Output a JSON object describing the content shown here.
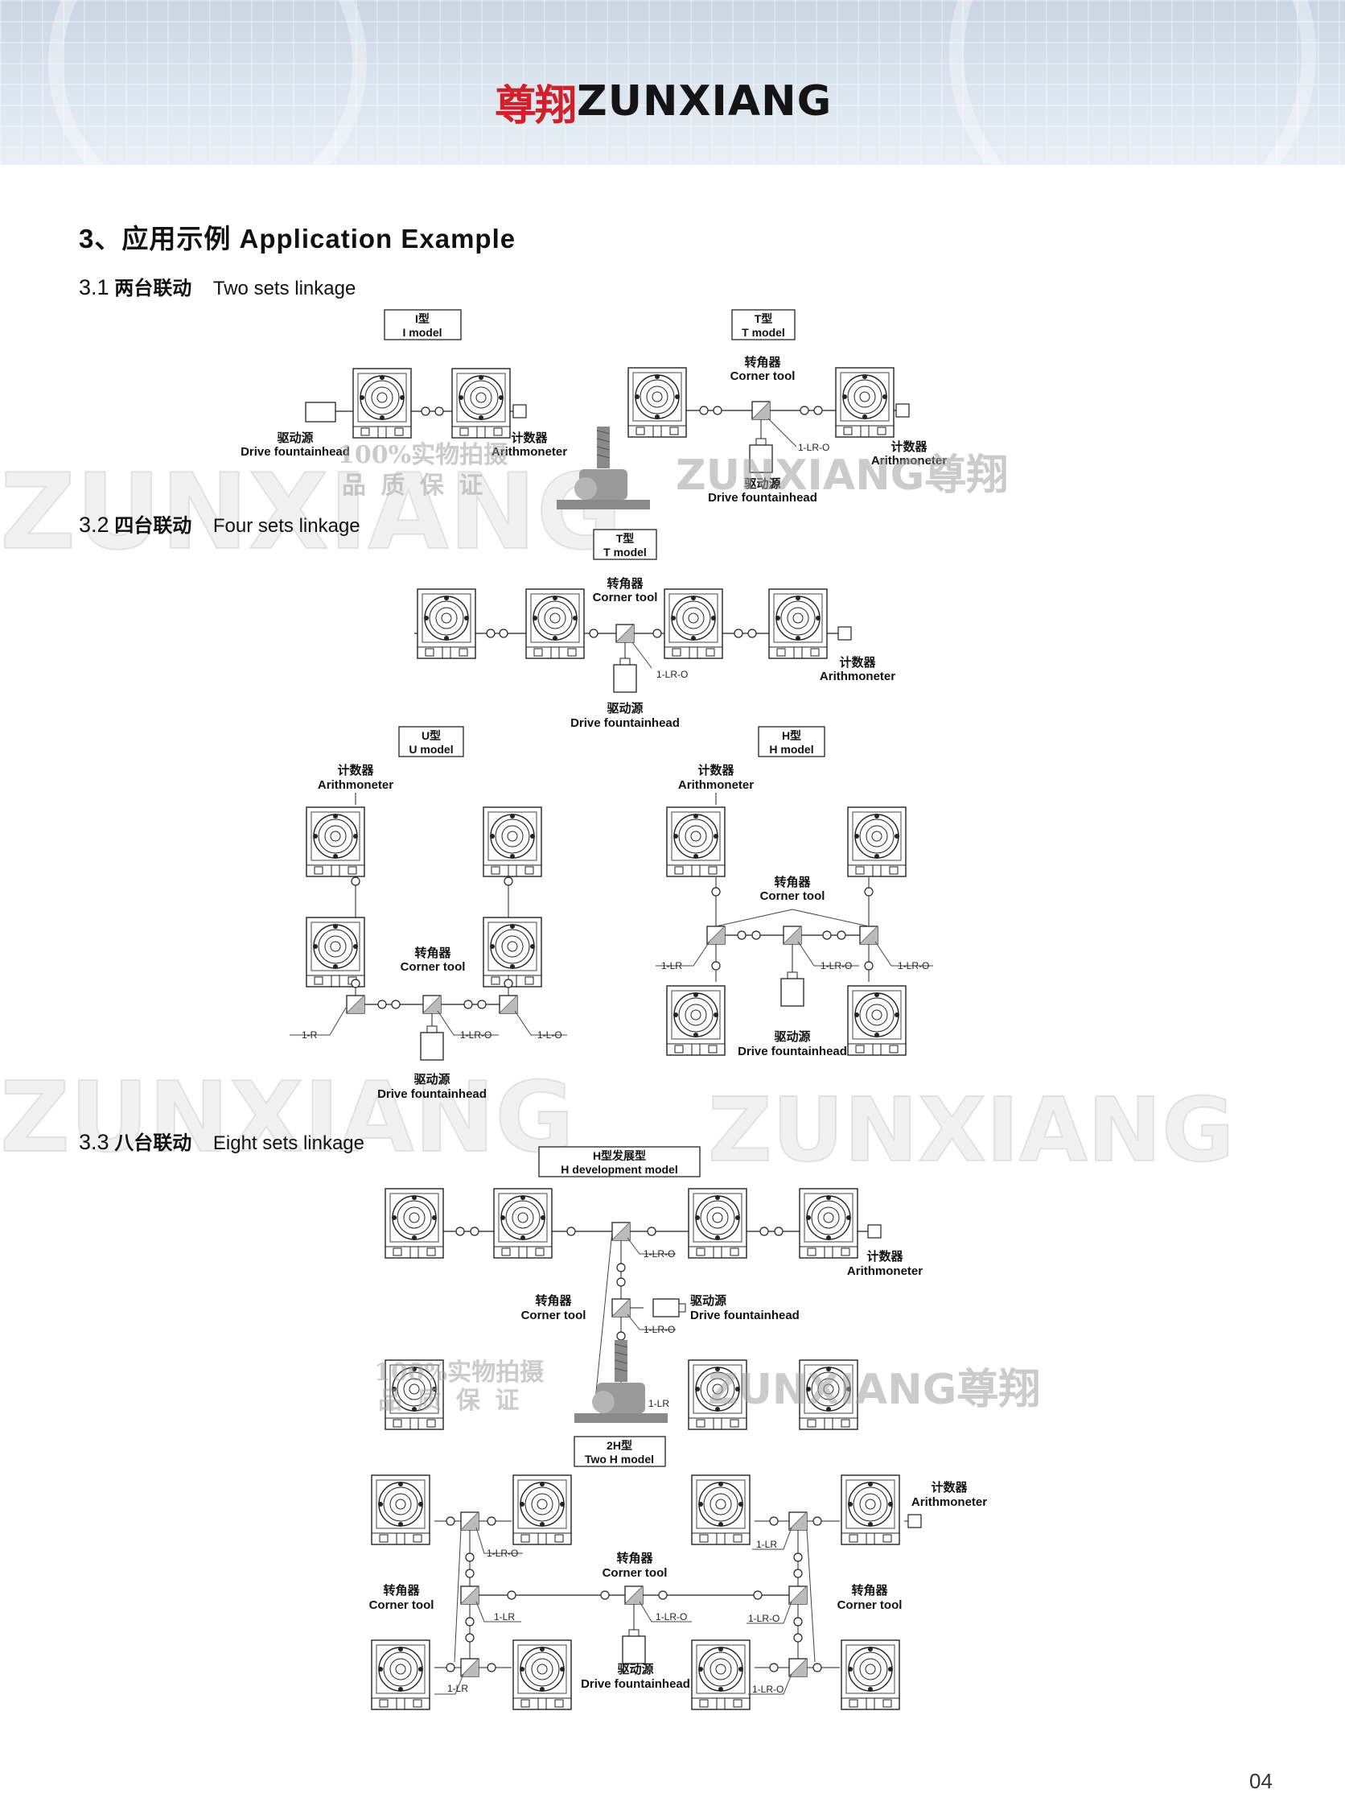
{
  "header": {
    "brand_cn": "尊翔",
    "brand_en": "ZUNXIANG"
  },
  "section": {
    "title": "3、应用示例 Application Example"
  },
  "subsections": [
    {
      "num": "3.1",
      "cn": "两台联动",
      "en": "Two sets linkage"
    },
    {
      "num": "3.2",
      "cn": "四台联动",
      "en": "Four sets linkage"
    },
    {
      "num": "3.3",
      "cn": "八台联动",
      "en": "Eight sets linkage"
    }
  ],
  "models": {
    "i_model": {
      "cn": "I型",
      "en": "I model"
    },
    "t_model": {
      "cn": "T型",
      "en": "T model"
    },
    "u_model": {
      "cn": "U型",
      "en": "U model"
    },
    "h_model": {
      "cn": "H型",
      "en": "H model"
    },
    "h_dev_model": {
      "cn": "H型发展型",
      "en": "H  development model"
    },
    "two_h_model": {
      "cn": "2H型",
      "en": "Two H  model"
    }
  },
  "labels": {
    "drive_cn": "驱动源",
    "drive_en": "Drive fountainhead",
    "counter_cn": "计数器",
    "counter_en": "Arithmoneter",
    "counter_en_alt": "Arithmoneter",
    "corner_cn": "转角器",
    "corner_en": "Corner tool",
    "code_1lro": "1-LR-O",
    "code_1lr": "1-LR",
    "code_1r": "1-R",
    "code_1lo": "1-L-O"
  },
  "watermarks": {
    "stamp_line1": "100%实物拍摄",
    "stamp_line2": "品 质 保 证",
    "brand_mark": "ZUNXIANG尊翔"
  },
  "page_number": "04"
}
